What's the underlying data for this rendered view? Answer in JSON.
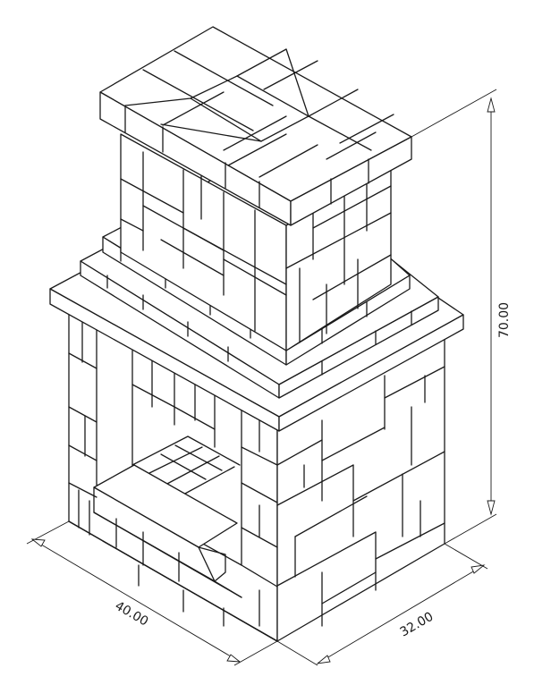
{
  "dimensions": {
    "width": "40.00",
    "depth": "32.00",
    "height": "70.00"
  }
}
